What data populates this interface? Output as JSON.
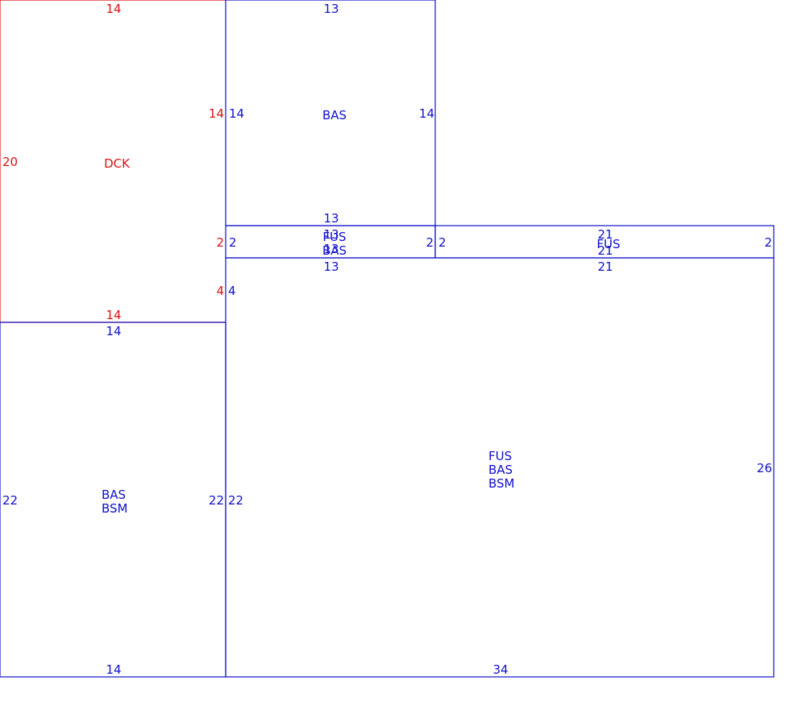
{
  "colors": {
    "blue": "#1010cc",
    "red": "#dd1111"
  },
  "areas": [
    {
      "id": "dck",
      "color": "red",
      "labels": [
        "DCK"
      ],
      "dims": {
        "top": "14",
        "right": "14",
        "left": "20",
        "right2": "2",
        "right3": "4",
        "bottom": "14"
      }
    },
    {
      "id": "bas-top",
      "color": "blue",
      "labels": [
        "BAS"
      ],
      "dims": {
        "top": "13",
        "left": "14",
        "right": "14",
        "bottom": "13"
      }
    },
    {
      "id": "strip-mid",
      "color": "blue",
      "labels": [
        "FUS",
        "BAS"
      ],
      "dims": {
        "top": "13",
        "left": "2",
        "right": "2",
        "bottom": "13",
        "overlap_top": "13",
        "overlap_bottom": "13"
      }
    },
    {
      "id": "strip-right",
      "color": "blue",
      "labels": [
        "FUS"
      ],
      "dims": {
        "top": "21",
        "left": "2",
        "right": "2",
        "overlap": "21",
        "bottom": "21"
      }
    },
    {
      "id": "left-bottom",
      "color": "blue",
      "labels": [
        "BAS",
        "BSM"
      ],
      "dims": {
        "top": "14",
        "left": "22",
        "right": "22",
        "bottom": "14"
      }
    },
    {
      "id": "main",
      "color": "blue",
      "labels": [
        "FUS",
        "BAS",
        "BSM"
      ],
      "dims": {
        "left_top": "4",
        "left": "22",
        "right": "26",
        "bottom": "34"
      }
    }
  ]
}
